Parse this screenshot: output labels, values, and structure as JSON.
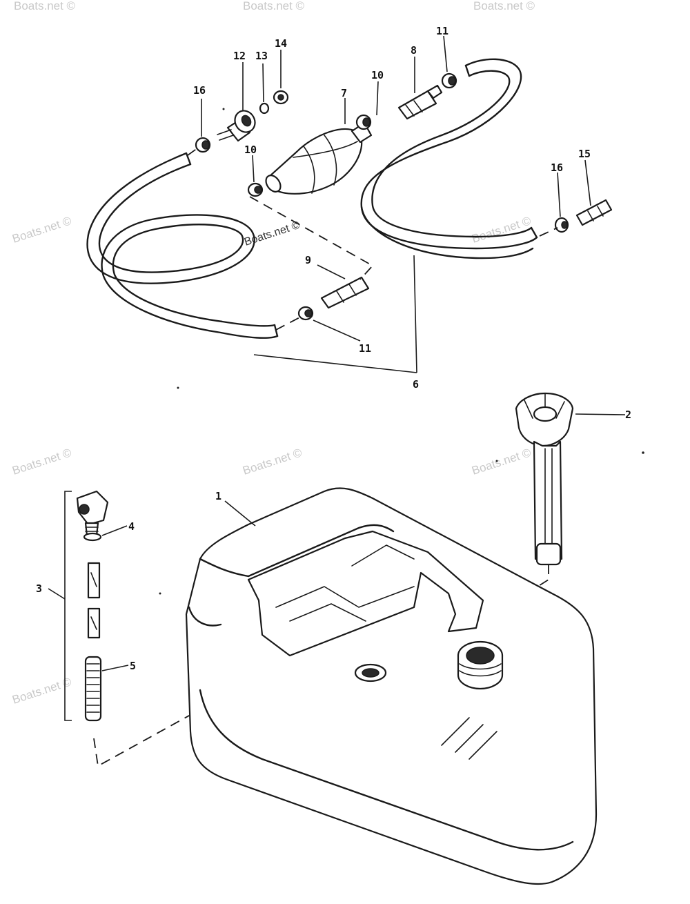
{
  "watermark_text": "Boats.net ©",
  "inline_watermark": "Boats.net ©",
  "callouts": {
    "c1": "1",
    "c2": "2",
    "c3": "3",
    "c4": "4",
    "c5": "5",
    "c6": "6",
    "c7": "7",
    "c8": "8",
    "c9": "9",
    "c10a": "10",
    "c10b": "10",
    "c11a": "11",
    "c11b": "11",
    "c12": "12",
    "c13": "13",
    "c14": "14",
    "c15": "15",
    "c16a": "16",
    "c16b": "16"
  }
}
